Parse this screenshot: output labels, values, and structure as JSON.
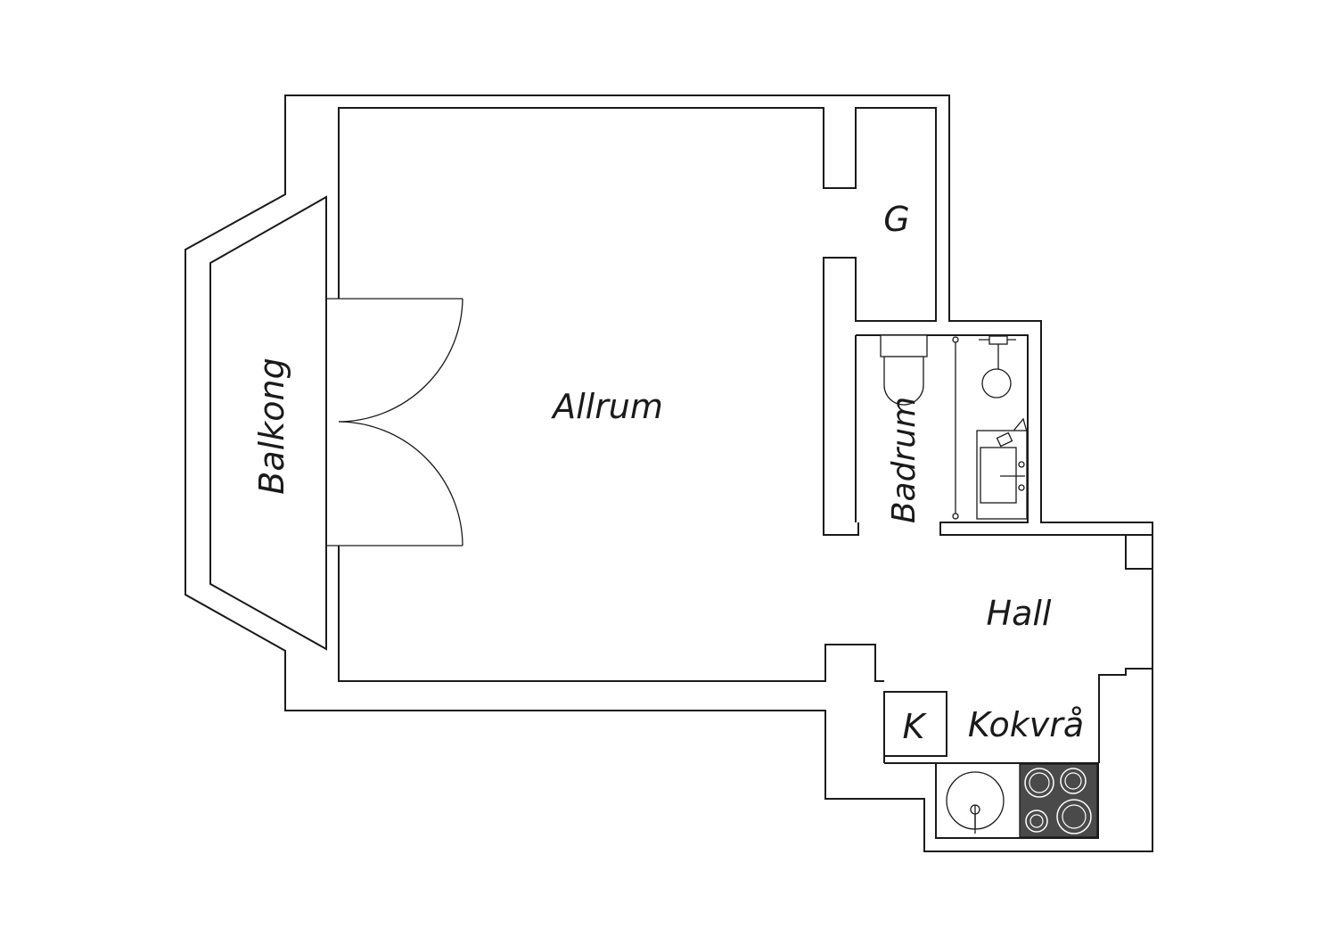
{
  "rooms": {
    "allrum": "Allrum",
    "balkong": "Balkong",
    "garderob": "G",
    "badrum": "Badrum",
    "hall": "Hall",
    "kokvra": "Kokvrå",
    "kyl": "K"
  },
  "colors": {
    "line": "#1a1a1a",
    "background": "#ffffff",
    "stove_top": "#4a4a4a"
  }
}
